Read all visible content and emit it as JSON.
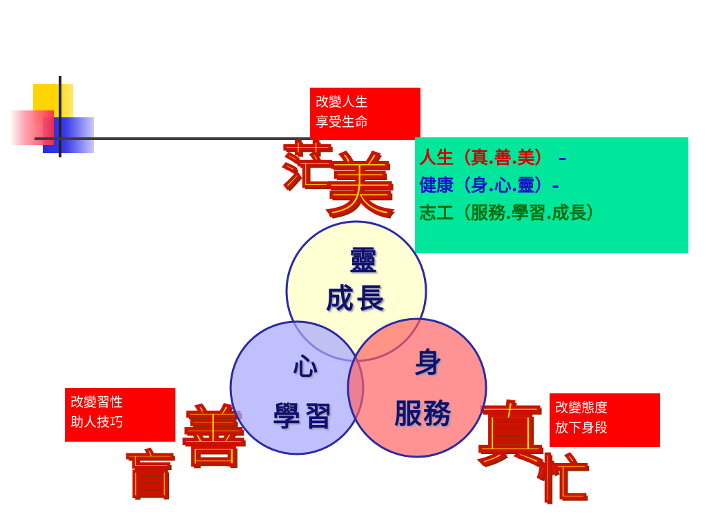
{
  "notes": {
    "top": [
      "改變人生",
      "享受生命"
    ],
    "left": [
      "改變習性",
      "助人技巧"
    ],
    "right": [
      "改變態度",
      "放下身段"
    ]
  },
  "info_box": {
    "line1": {
      "main": "人生（真.善.美）",
      "tail": "–"
    },
    "line2": "健康（身.心.靈）-",
    "line3": "志工（服務.學習.成長）"
  },
  "decor_chars": {
    "top_small": "茫",
    "top_large": "美",
    "left_large": "善",
    "left_small": "盲",
    "right_large": "真",
    "right_small": "忙"
  },
  "circles": {
    "top": {
      "line1": "靈",
      "line2": "成長"
    },
    "left": {
      "line1": "心",
      "line2": "學習"
    },
    "right": {
      "line1": "身",
      "line2": "服務"
    }
  },
  "colors": {
    "note_bg": "#ff0000",
    "info_bg": "#00e69a",
    "circle_top_fill": "#ffffcc",
    "circle_left_fill": "#b8b8ff",
    "circle_right_fill": "#ff8080",
    "circle_stroke": "#2a2aa8"
  }
}
